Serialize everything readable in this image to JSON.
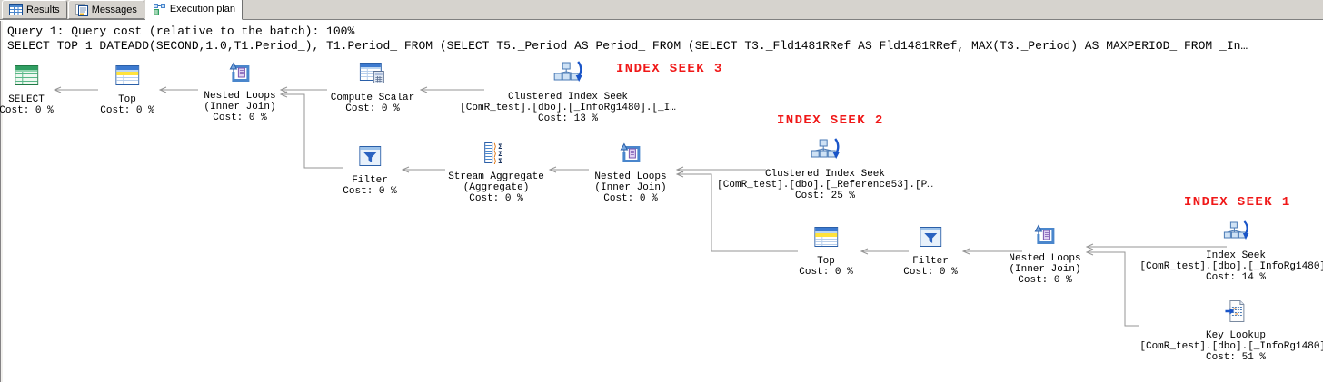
{
  "window": {
    "tabs": [
      {
        "label": "Results",
        "icon": "results-grid-icon",
        "active": false
      },
      {
        "label": "Messages",
        "icon": "messages-icon",
        "active": false
      },
      {
        "label": "Execution plan",
        "icon": "execution-plan-icon",
        "active": true
      }
    ]
  },
  "query": {
    "header": "Query 1: Query cost (relative to the batch): 100%",
    "statement": "SELECT TOP 1 DATEADD(SECOND,1.0,T1.Period_), T1.Period_ FROM (SELECT T5._Period AS Period_ FROM (SELECT T3._Fld1481RRef AS Fld1481RRef, MAX(T3._Period) AS MAXPERIOD_ FROM _In…"
  },
  "annotations": {
    "seek3": "INDEX SEEK 3",
    "seek2": "INDEX SEEK 2",
    "seek1": "INDEX SEEK 1"
  },
  "colors": {
    "annotation": "#f01818",
    "connector": "#969696",
    "query_text": "#000000"
  },
  "nodes": {
    "select": {
      "name": "SELECT",
      "cost": "Cost: 0 %"
    },
    "top1": {
      "name": "Top",
      "cost": "Cost: 0 %"
    },
    "nl1": {
      "name": "Nested Loops",
      "sub": "(Inner Join)",
      "cost": "Cost: 0 %"
    },
    "cs": {
      "name": "Compute Scalar",
      "cost": "Cost: 0 %"
    },
    "cis3": {
      "name": "Clustered Index Seek",
      "obj": "[ComR_test].[dbo].[_InfoRg1480].[_I…",
      "cost": "Cost: 13 %"
    },
    "filter1": {
      "name": "Filter",
      "cost": "Cost: 0 %"
    },
    "sa": {
      "name": "Stream Aggregate",
      "sub": "(Aggregate)",
      "cost": "Cost: 0 %"
    },
    "nl2": {
      "name": "Nested Loops",
      "sub": "(Inner Join)",
      "cost": "Cost: 0 %"
    },
    "cis2": {
      "name": "Clustered Index Seek",
      "obj": "[ComR_test].[dbo].[_Reference53].[P…",
      "cost": "Cost: 25 %"
    },
    "top2": {
      "name": "Top",
      "cost": "Cost: 0 %"
    },
    "filter2": {
      "name": "Filter",
      "cost": "Cost: 0 %"
    },
    "nl3": {
      "name": "Nested Loops",
      "sub": "(Inner Join)",
      "cost": "Cost: 0 %"
    },
    "is1": {
      "name": "Index Seek",
      "obj": "[ComR_test].[dbo].[_InfoRg1480].",
      "cost": "Cost: 14 %"
    },
    "kl": {
      "name": "Key Lookup",
      "obj": "[ComR_test].[dbo].[_InfoRg1480].",
      "cost": "Cost: 51 %"
    }
  }
}
